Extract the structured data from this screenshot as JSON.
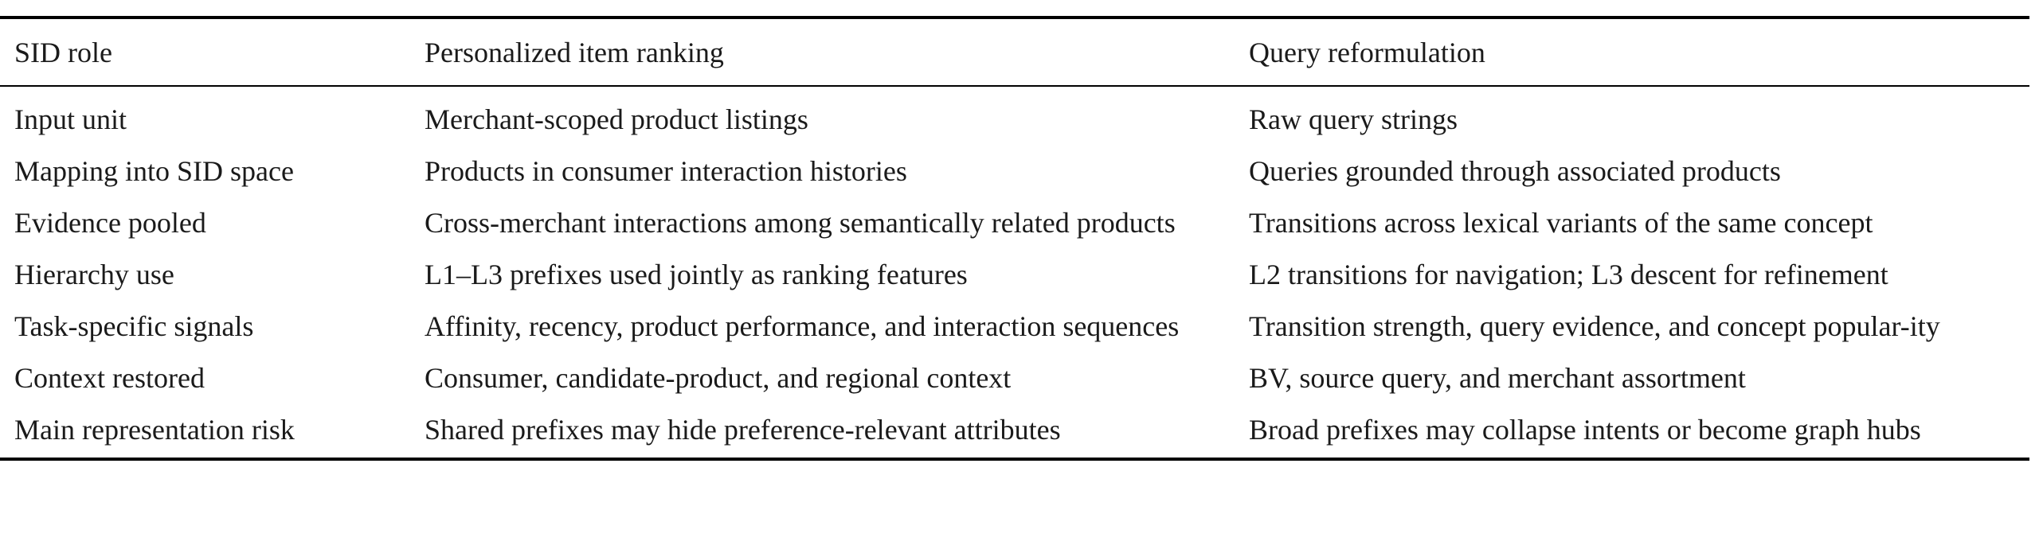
{
  "table": {
    "headers": [
      "SID role",
      "Personalized item ranking",
      "Query reformulation"
    ],
    "rows": [
      {
        "role": "Input unit",
        "ranking": "Merchant-scoped product listings",
        "reformulation": "Raw query strings"
      },
      {
        "role": "Mapping into SID space",
        "ranking": "Products in consumer interaction histories",
        "reformulation": "Queries grounded through associated products"
      },
      {
        "role": "Evidence pooled",
        "ranking": "Cross-merchant interactions among semantically related products",
        "reformulation": "Transitions across lexical variants of the same concept"
      },
      {
        "role": "Hierarchy use",
        "ranking": "L1–L3 prefixes used jointly as ranking features",
        "reformulation": "L2 transitions for navigation; L3 descent for refinement"
      },
      {
        "role": "Task-specific signals",
        "ranking": "Affinity, recency, product performance, and interaction sequences",
        "reformulation": "Transition strength, query evidence, and concept popular-­ity"
      },
      {
        "role": "Context restored",
        "ranking": "Consumer, candidate-product, and regional context",
        "reformulation": "BV, source query, and merchant assortment"
      },
      {
        "role": "Main representation risk",
        "ranking": "Shared prefixes may hide preference-relevant attributes",
        "reformulation": "Broad prefixes may collapse intents or become graph hubs"
      }
    ]
  }
}
